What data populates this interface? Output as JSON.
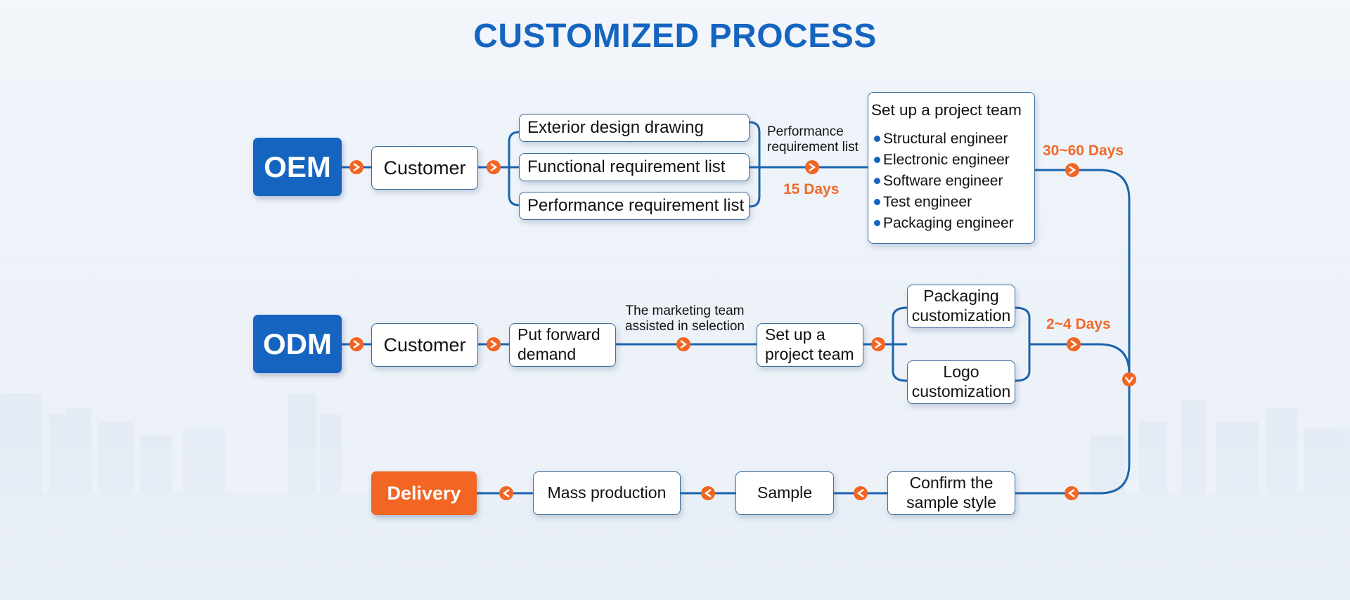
{
  "title": "CUSTOMIZED PROCESS",
  "colors": {
    "accent_blue": "#1565c0",
    "accent_orange": "#f26522",
    "line": "#1b63ad",
    "days_text": "#ef6a2a"
  },
  "oem": {
    "tag": "OEM",
    "customer": "Customer",
    "inputs": [
      "Exterior design drawing",
      "Functional requirement list",
      "Performance requirement list"
    ],
    "edge_label": "Performance requirement list",
    "edge_days": "15 Days",
    "team": {
      "title": "Set up a project team",
      "members": [
        "Structural engineer",
        "Electronic engineer",
        "Software engineer",
        "Test engineer",
        "Packaging engineer"
      ]
    },
    "exit_days": "30~60 Days"
  },
  "odm": {
    "tag": "ODM",
    "customer": "Customer",
    "demand": "Put forward demand",
    "edge_label": "The marketing team assisted in selection",
    "team": "Set up a project team",
    "options": [
      "Packaging customization",
      "Logo customization"
    ],
    "exit_days": "2~4 Days"
  },
  "bottom": {
    "confirm": "Confirm the sample style",
    "sample": "Sample",
    "mass": "Mass production",
    "delivery": "Delivery"
  },
  "icons": [
    "arrow-right-icon",
    "arrow-left-icon",
    "arrow-down-icon",
    "bullet-dot-icon"
  ]
}
